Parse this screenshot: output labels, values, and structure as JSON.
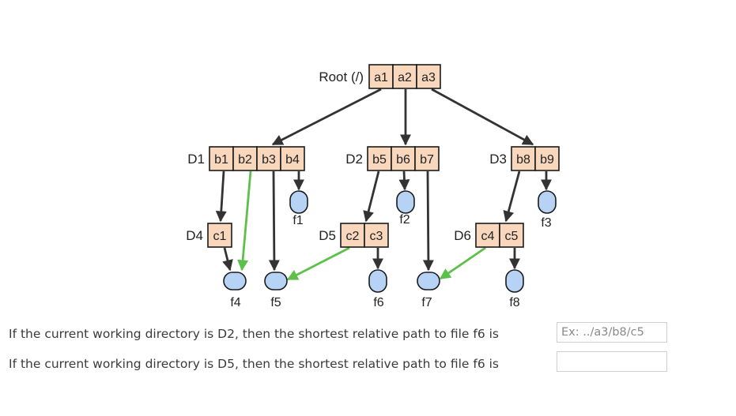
{
  "diagram": {
    "root": {
      "label": "Root (/)",
      "cells": [
        "a1",
        "a2",
        "a3"
      ]
    },
    "dirs": [
      {
        "label": "D1",
        "cells": [
          "b1",
          "b2",
          "b3",
          "b4"
        ]
      },
      {
        "label": "D2",
        "cells": [
          "b5",
          "b6",
          "b7"
        ]
      },
      {
        "label": "D3",
        "cells": [
          "b8",
          "b9"
        ]
      },
      {
        "label": "D4",
        "cells": [
          "c1"
        ]
      },
      {
        "label": "D5",
        "cells": [
          "c2",
          "c3"
        ]
      },
      {
        "label": "D6",
        "cells": [
          "c4",
          "c5"
        ]
      }
    ],
    "files": [
      "f1",
      "f2",
      "f3",
      "f4",
      "f5",
      "f6",
      "f7",
      "f8"
    ],
    "colors": {
      "dir_fill": "#f8d7bd",
      "file_fill": "#b6d3f6",
      "arrow": "#333333",
      "link_arrow": "#5cc04a"
    }
  },
  "questions": [
    {
      "text": "If the current working directory is D2, then the shortest relative path to file f6 is",
      "value": "",
      "placeholder": "Ex: ../a3/b8/c5"
    },
    {
      "text": "If the current working directory is D5, then the shortest relative path to file f6 is",
      "value": "",
      "placeholder": ""
    }
  ]
}
